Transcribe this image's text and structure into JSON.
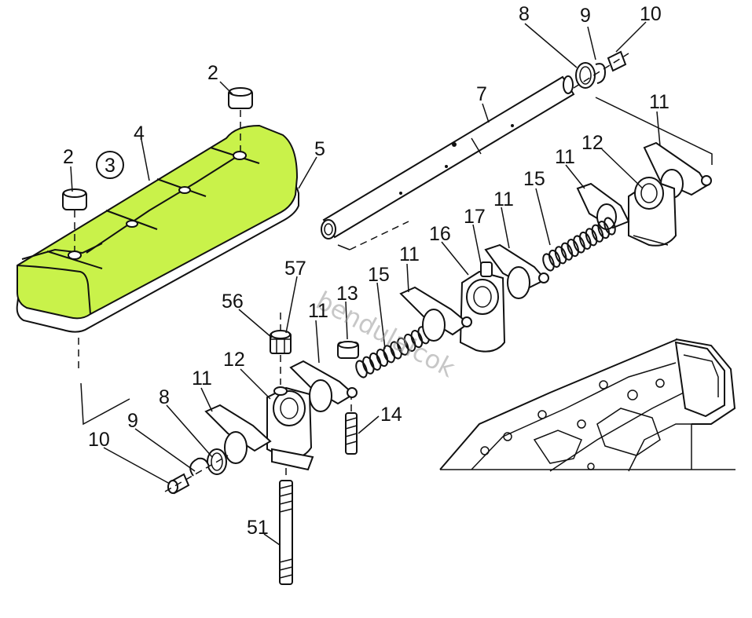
{
  "colors": {
    "highlight": "#c9f24a",
    "ink": "#111111",
    "watermark": "#9a9a9a"
  },
  "callout_circled": "3",
  "watermark": "bendulaicok",
  "labels": [
    {
      "id": "2a",
      "text": "2"
    },
    {
      "id": "2b",
      "text": "2"
    },
    {
      "id": "4",
      "text": "4"
    },
    {
      "id": "5",
      "text": "5"
    },
    {
      "id": "7",
      "text": "7"
    },
    {
      "id": "8top",
      "text": "8"
    },
    {
      "id": "9top",
      "text": "9"
    },
    {
      "id": "10top",
      "text": "10"
    },
    {
      "id": "11a",
      "text": "11"
    },
    {
      "id": "12a",
      "text": "12"
    },
    {
      "id": "11b",
      "text": "11"
    },
    {
      "id": "15a",
      "text": "15"
    },
    {
      "id": "11c",
      "text": "11"
    },
    {
      "id": "17",
      "text": "17"
    },
    {
      "id": "16",
      "text": "16"
    },
    {
      "id": "11d",
      "text": "11"
    },
    {
      "id": "15b",
      "text": "15"
    },
    {
      "id": "13",
      "text": "13"
    },
    {
      "id": "57",
      "text": "57"
    },
    {
      "id": "56",
      "text": "56"
    },
    {
      "id": "11e",
      "text": "11"
    },
    {
      "id": "12b",
      "text": "12"
    },
    {
      "id": "11f",
      "text": "11"
    },
    {
      "id": "8bot",
      "text": "8"
    },
    {
      "id": "9bot",
      "text": "9"
    },
    {
      "id": "10bot",
      "text": "10"
    },
    {
      "id": "14",
      "text": "14"
    },
    {
      "id": "51",
      "text": "51"
    }
  ]
}
